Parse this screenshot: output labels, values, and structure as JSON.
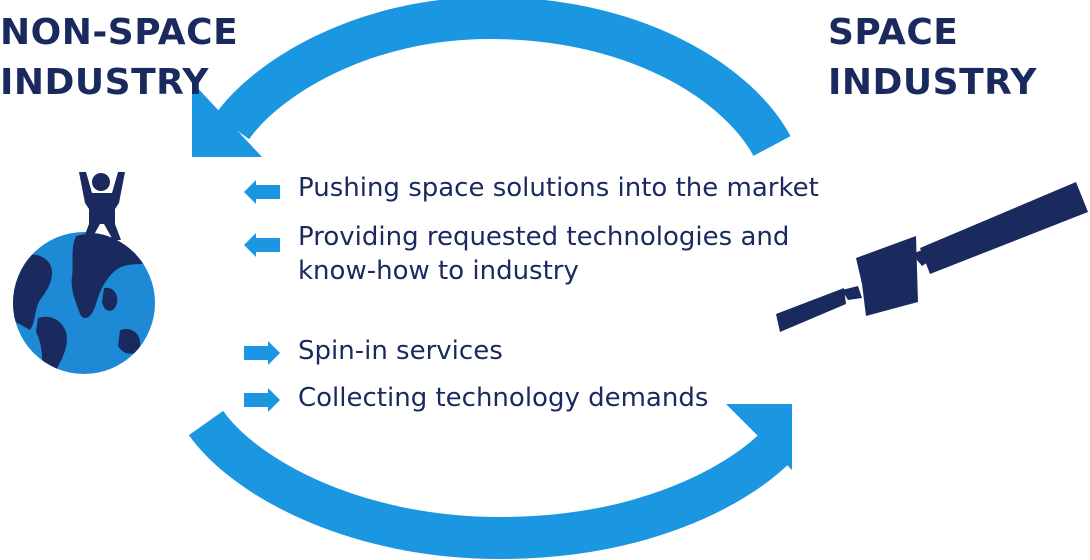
{
  "left_heading": {
    "line1": "NON-SPACE",
    "line2": "INDUSTRY"
  },
  "right_heading": {
    "line1": "SPACE",
    "line2": "INDUSTRY"
  },
  "flows": [
    {
      "direction": "left",
      "text": "Pushing space solutions into the market"
    },
    {
      "direction": "left",
      "text": "Providing requested technologies and know-how to industry"
    },
    {
      "direction": "right",
      "text": "Spin-in services"
    },
    {
      "direction": "right",
      "text": "Collecting technology demands"
    }
  ],
  "icons": {
    "earth": "earth-globe-icon",
    "person": "person-arms-raised-icon",
    "satellite": "satellite-icon",
    "arrow_left": "arrow-left-icon",
    "arrow_right": "arrow-right-icon"
  },
  "colors": {
    "accent_blue": "#1a97e0",
    "navy": "#1b2a5e",
    "ocean_blue": "#1e8ad6"
  }
}
